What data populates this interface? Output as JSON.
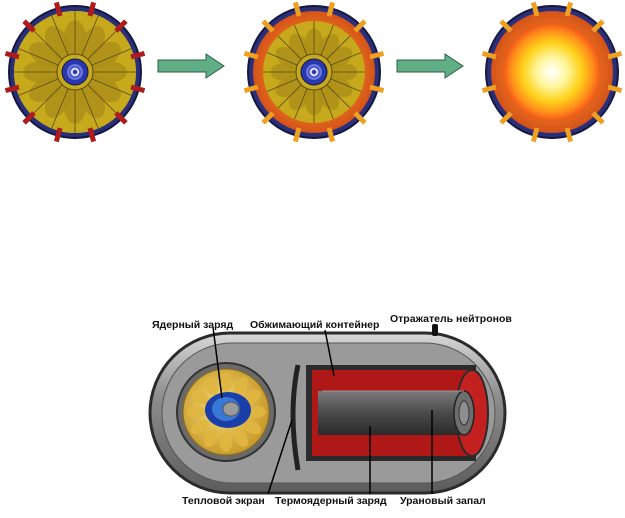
{
  "implosion_sequence": {
    "stages": [
      {
        "state": "initial"
      },
      {
        "state": "compressing"
      },
      {
        "state": "ignition"
      }
    ],
    "arrow_color": "#5fae86"
  },
  "bomb_diagram": {
    "labels": {
      "nuclear_charge": "Ядерный заряд",
      "compression_container": "Обжимающий контейнер",
      "neutron_reflector": "Отражатель нейтронов",
      "heat_shield": "Тепловой экран",
      "thermonuclear_charge": "Термоядерный заряд",
      "uranium_fuse": "Урановый запал"
    },
    "colors": {
      "casing": "#8a8a8a",
      "container": "#b01717",
      "fuel": "#555555",
      "primary": "#e8c84a",
      "core": "#1a3faa"
    }
  }
}
